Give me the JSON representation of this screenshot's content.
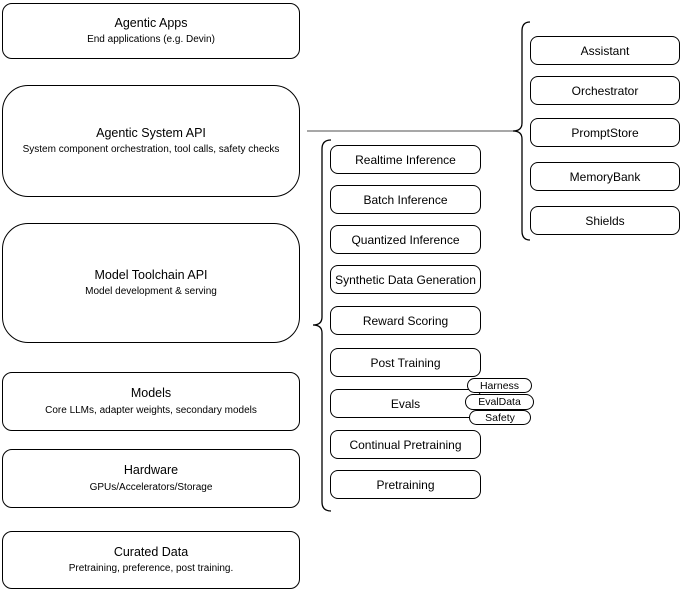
{
  "colors": {
    "stroke": "#000000",
    "connector": "#8a8a8a",
    "fill": "#ffffff",
    "text": "#000000"
  },
  "left_column": {
    "boxes": [
      {
        "title": "Agentic Apps",
        "subtitle": "End applications (e.g. Devin)"
      },
      {
        "title": "Agentic System API",
        "subtitle": "System component orchestration, tool calls, safety checks"
      },
      {
        "title": "Model Toolchain API",
        "subtitle": "Model development & serving"
      },
      {
        "title": "Models",
        "subtitle": "Core LLMs, adapter weights, secondary models"
      },
      {
        "title": "Hardware",
        "subtitle": "GPUs/Accelerators/Storage"
      },
      {
        "title": "Curated Data",
        "subtitle": "Pretraining, preference, post training."
      }
    ]
  },
  "toolchain_group": {
    "items": [
      "Realtime Inference",
      "Batch Inference",
      "Quantized Inference",
      "Synthetic Data Generation",
      "Reward Scoring",
      "Post Training",
      "Evals",
      "Continual Pretraining",
      "Pretraining"
    ],
    "eval_tags": [
      "Harness",
      "EvalData",
      "Safety"
    ]
  },
  "system_group": {
    "items": [
      "Assistant",
      "Orchestrator",
      "PromptStore",
      "MemoryBank",
      "Shields"
    ]
  }
}
